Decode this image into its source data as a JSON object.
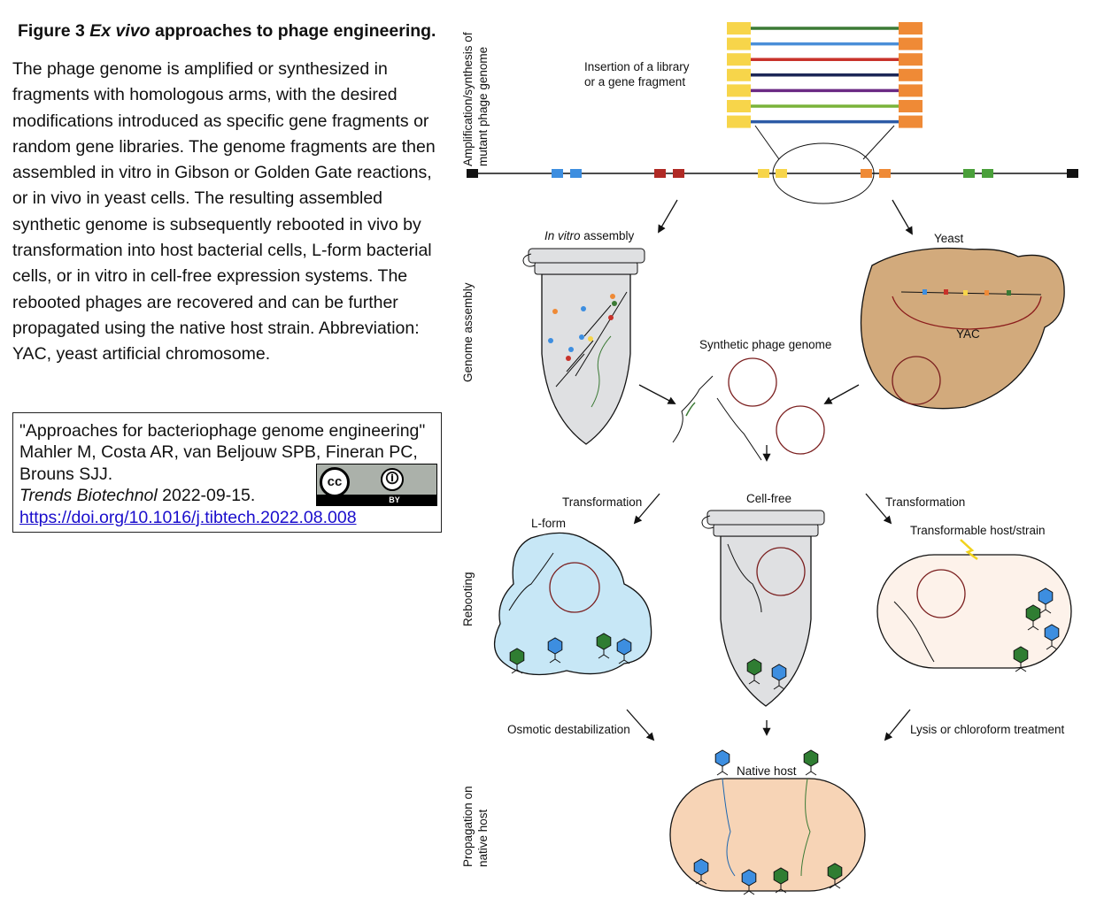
{
  "figure": {
    "label": "Figure 3",
    "title_italic": "Ex vivo",
    "title_rest": "approaches to phage engineering.",
    "caption": "The phage genome is amplified or synthesized in fragments with homologous arms, with the desired modifications introduced as specific gene fragments or random gene libraries. The genome fragments are then assembled in vitro in Gibson or Golden Gate reactions, or in vivo in yeast cells. The resulting assembled synthetic genome is subsequently rebooted in vivo by transformation into host bacterial cells, L-form bacterial cells, or in vitro in cell-free expression systems. The rebooted phages are recovered and can be further propagated using the native host strain. Abbreviation: YAC, yeast artificial chromosome."
  },
  "citation": {
    "title": "\"Approaches for bacteriophage genome engineering\"",
    "authors": "Mahler M, Costa AR, van Beljouw SPB, Fineran PC, Brouns SJJ.",
    "journal": "Trends Biotechnol",
    "date": "2022-09-15.",
    "doi": "https://doi.org/10.1016/j.tibtech.2022.08.008",
    "license_cc": "cc",
    "license_by": "BY"
  },
  "diagram": {
    "side_labels": {
      "amplification_1": "Amplification/synthesis of",
      "amplification_2": "mutant phage genome",
      "assembly": "Genome assembly",
      "rebooting": "Rebooting",
      "propagation_1": "Propagation on",
      "propagation_2": "native host"
    },
    "labels": {
      "insertion_1": "Insertion of a library",
      "insertion_2": "or a gene fragment",
      "in_vitro_italic": "In vitro",
      "in_vitro_rest": " assembly",
      "yeast": "Yeast",
      "yac": "YAC",
      "synthetic_genome": "Synthetic phage genome",
      "transformation_left": "Transformation",
      "lform": "L-form",
      "cell_free": "Cell-free",
      "transformation_right": "Transformation",
      "transformable_host": "Transformable host/strain",
      "osmotic": "Osmotic destabilization",
      "lysis": "Lysis or chloroform treatment",
      "native_host": "Native host"
    },
    "colors": {
      "fragment_lines": [
        "#3b7a35",
        "#4a8fd8",
        "#c8322a",
        "#1c2757",
        "#6b2a84",
        "#7ab33a",
        "#2d5ba6"
      ],
      "yellow": "#f7d54a",
      "orange": "#ef8a36",
      "phage_blue": "#3d8ee0",
      "phage_green": "#2f7d32"
    }
  }
}
